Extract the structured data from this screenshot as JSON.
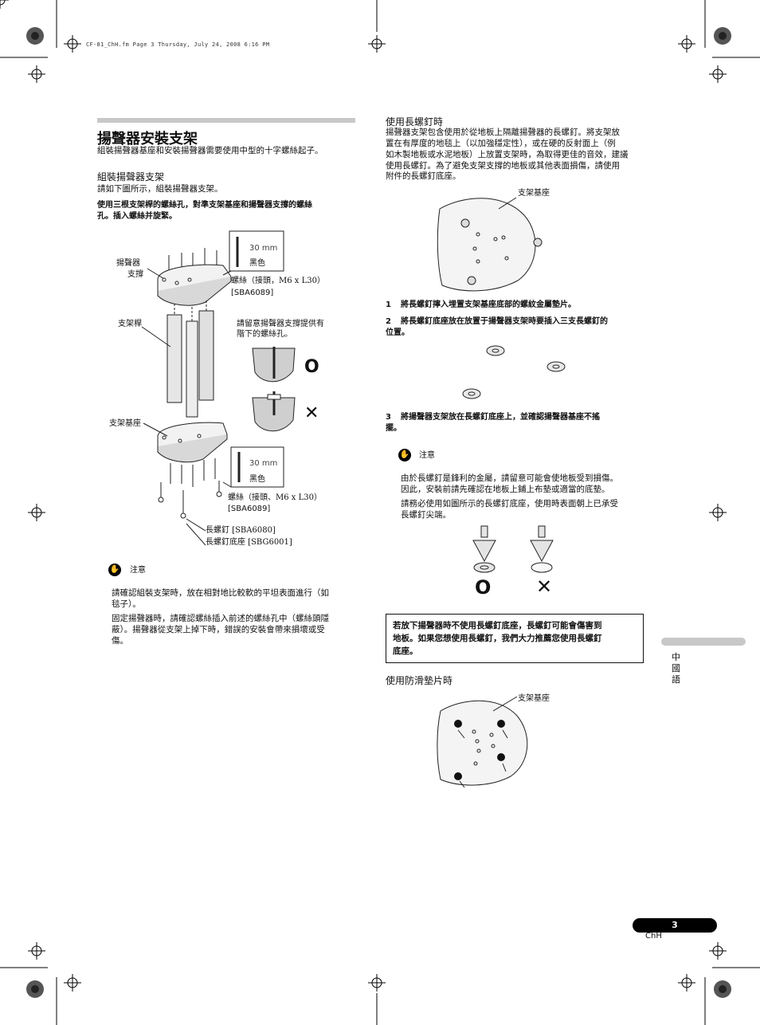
{
  "print_header": "CF-81_ChH.fm  Page 3  Thursday, July 24, 2008  6:16 PM",
  "left": {
    "title": "揚聲器安裝支架",
    "intro": "組裝揚聲器基座和安裝揚聲器需要使用中型的十字螺絲起子。",
    "assemble_heading": "組裝揚聲器支架",
    "assemble_note": "請如下圖所示，組裝揚聲器支架。",
    "assemble_bold_1": "使用三根支架桿的螺絲孔，對準支架基座和揚聲器支撐的螺絲",
    "assemble_bold_2": "孔。插入螺絲并旋緊。",
    "fig": {
      "support_label_1": "揚聲器",
      "support_label_2": "支撐",
      "screw_top_len": "30 mm",
      "screw_top_color": "黑色",
      "screw_top_name": "螺絲（接頭，M6 x L30）",
      "screw_top_part": "[SBA6089]",
      "pole_label": "支架桿",
      "hole_note_1": "請留意揚聲器支撐提供有",
      "hole_note_2": "階下的螺絲孔。",
      "ok_mark": "O",
      "ng_mark": "✕",
      "base_label": "支架基座",
      "screw_bot_len": "30 mm",
      "screw_bot_color": "黑色",
      "screw_bot_name": "螺絲（接頭、M6 x L30）",
      "screw_bot_part": "[SBA6089]",
      "spike_label": "長螺釘 [SBA6080]",
      "spike_base_label": "長螺釘底座 [SBG6001]"
    },
    "caution_title": "注意",
    "caution_1a": "請確認組裝支架時，放在相對地比較軟的平坦表面進行（如",
    "caution_1b": "毯子）。",
    "caution_2a": "固定揚聲器時，請確認螺絲插入前述的螺絲孔中（螺絲頭隱",
    "caution_2b": "蔽）。揚聲器從支架上掉下時，錯誤的安裝會帶來損壞或受",
    "caution_2c": "傷。"
  },
  "right": {
    "spike_heading": "使用長螺釘時",
    "spike_p1": "揚聲器支架包含使用於從地板上隔離揚聲器的長螺釘。將支架放",
    "spike_p2": "置在有厚度的地毯上（以加強穩定性），或在硬的反射面上（例",
    "spike_p3": "如木製地板或水泥地板）上放置支架時，為取得更佳的音效，建議",
    "spike_p4": "使用長螺釘。為了避免支架支撐的地板或其他表面損傷，請使用",
    "spike_p5": "附件的長螺釘底座。",
    "fig1_label": "支架基座",
    "step1_num": "1",
    "step1_text": "將長螺釘擰入埋置支架基座底部的螺紋金屬墊片。",
    "step2_num": "2",
    "step2_text_1": "將長螺釘底座放在放置于揚聲器支架時要插入三支長螺釘的",
    "step2_text_2": "位置。",
    "step3_num": "3",
    "step3_text_1": "將揚聲器支架放在長螺釘底座上，並確認揚聲器基座不搖",
    "step3_text_2": "擺。",
    "caution_title": "注意",
    "caution_1a": "由於長螺釘是鋒利的金屬，請留意可能會使地板受到損傷。",
    "caution_1b": "因此，安裝前請先確認在地板上鋪上布墊或適當的底墊。",
    "caution_2a": "請務必使用如圖所示的長螺釘底座，使用時表面朝上已承受",
    "caution_2b": "長螺釘尖端。",
    "ok_mark": "O",
    "ng_mark": "✕",
    "warn_1": "若放下揚聲器時不使用長螺釘底座，長螺釘可能會傷害到",
    "warn_2": "地板。如果您想使用長螺釘，我們大力推薦您使用長螺釘",
    "warn_3": "底座。",
    "pad_heading": "使用防滑墊片時",
    "fig2_label": "支架基座"
  },
  "side_tab": "中國語",
  "page_number": "3",
  "page_lang": "ChH"
}
